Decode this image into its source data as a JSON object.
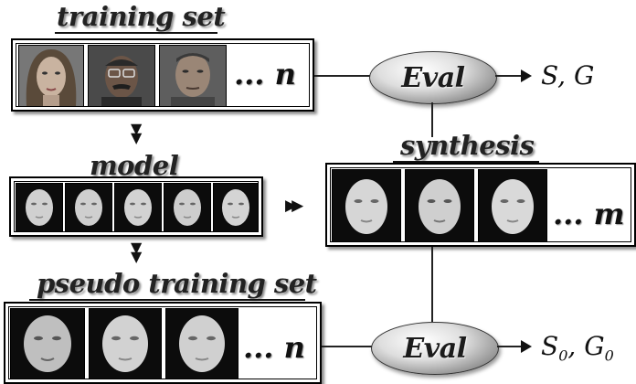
{
  "labels": {
    "training_set": "training set",
    "model": "model",
    "synthesis": "synthesis",
    "pseudo_training_set": "pseudo training set"
  },
  "ellipsis": {
    "training": "... n",
    "synthesis": "... m",
    "pseudo": "... n"
  },
  "eval": {
    "top": "Eval",
    "bottom": "Eval"
  },
  "outputs": {
    "top": "S, G",
    "bottom_s": "S",
    "bottom_sub_s": "0",
    "bottom_sep": ", ",
    "bottom_g": "G",
    "bottom_sub_g": "0"
  },
  "colors": {
    "ink": "#111111",
    "thumb_bg": "#0c0c0c",
    "face_skin": "#d8d8d8"
  }
}
